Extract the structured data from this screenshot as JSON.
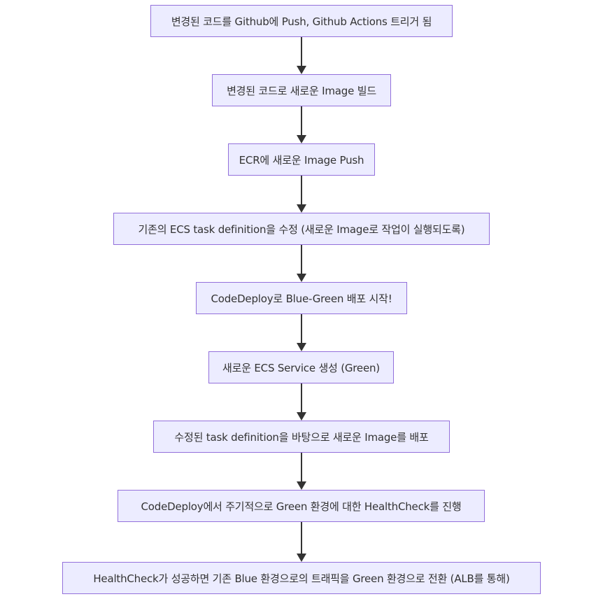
{
  "diagram": {
    "type": "flowchart",
    "direction": "top-to-bottom",
    "colors": {
      "node_fill": "#ECECFF",
      "node_stroke": "#9370DB",
      "edge": "#333333",
      "text": "#333333"
    },
    "nodes": [
      {
        "id": "n1",
        "label": "변경된 코드를 Github에 Push, Github Actions 트리거 됨"
      },
      {
        "id": "n2",
        "label": "변경된 코드로 새로운 Image 빌드"
      },
      {
        "id": "n3",
        "label": "ECR에 새로운 Image Push"
      },
      {
        "id": "n4",
        "label": "기존의 ECS task definition을 수정 (새로운 Image로 작업이 실행되도록)"
      },
      {
        "id": "n5",
        "label": "CodeDeploy로 Blue-Green 배포 시작!"
      },
      {
        "id": "n6",
        "label": "새로운 ECS Service 생성 (Green)"
      },
      {
        "id": "n7",
        "label": "수정된 task definition을 바탕으로 새로운 Image를 배포"
      },
      {
        "id": "n8",
        "label": "CodeDeploy에서 주기적으로 Green 환경에 대한 HealthCheck를 진행"
      },
      {
        "id": "n9",
        "label": "HealthCheck가 성공하면 기존 Blue 환경으로의 트래픽을 Green 환경으로 전환 (ALB를 통해)"
      }
    ],
    "edges": [
      {
        "from": "n1",
        "to": "n2"
      },
      {
        "from": "n2",
        "to": "n3"
      },
      {
        "from": "n3",
        "to": "n4"
      },
      {
        "from": "n4",
        "to": "n5"
      },
      {
        "from": "n5",
        "to": "n6"
      },
      {
        "from": "n6",
        "to": "n7"
      },
      {
        "from": "n7",
        "to": "n8"
      },
      {
        "from": "n8",
        "to": "n9"
      }
    ]
  }
}
